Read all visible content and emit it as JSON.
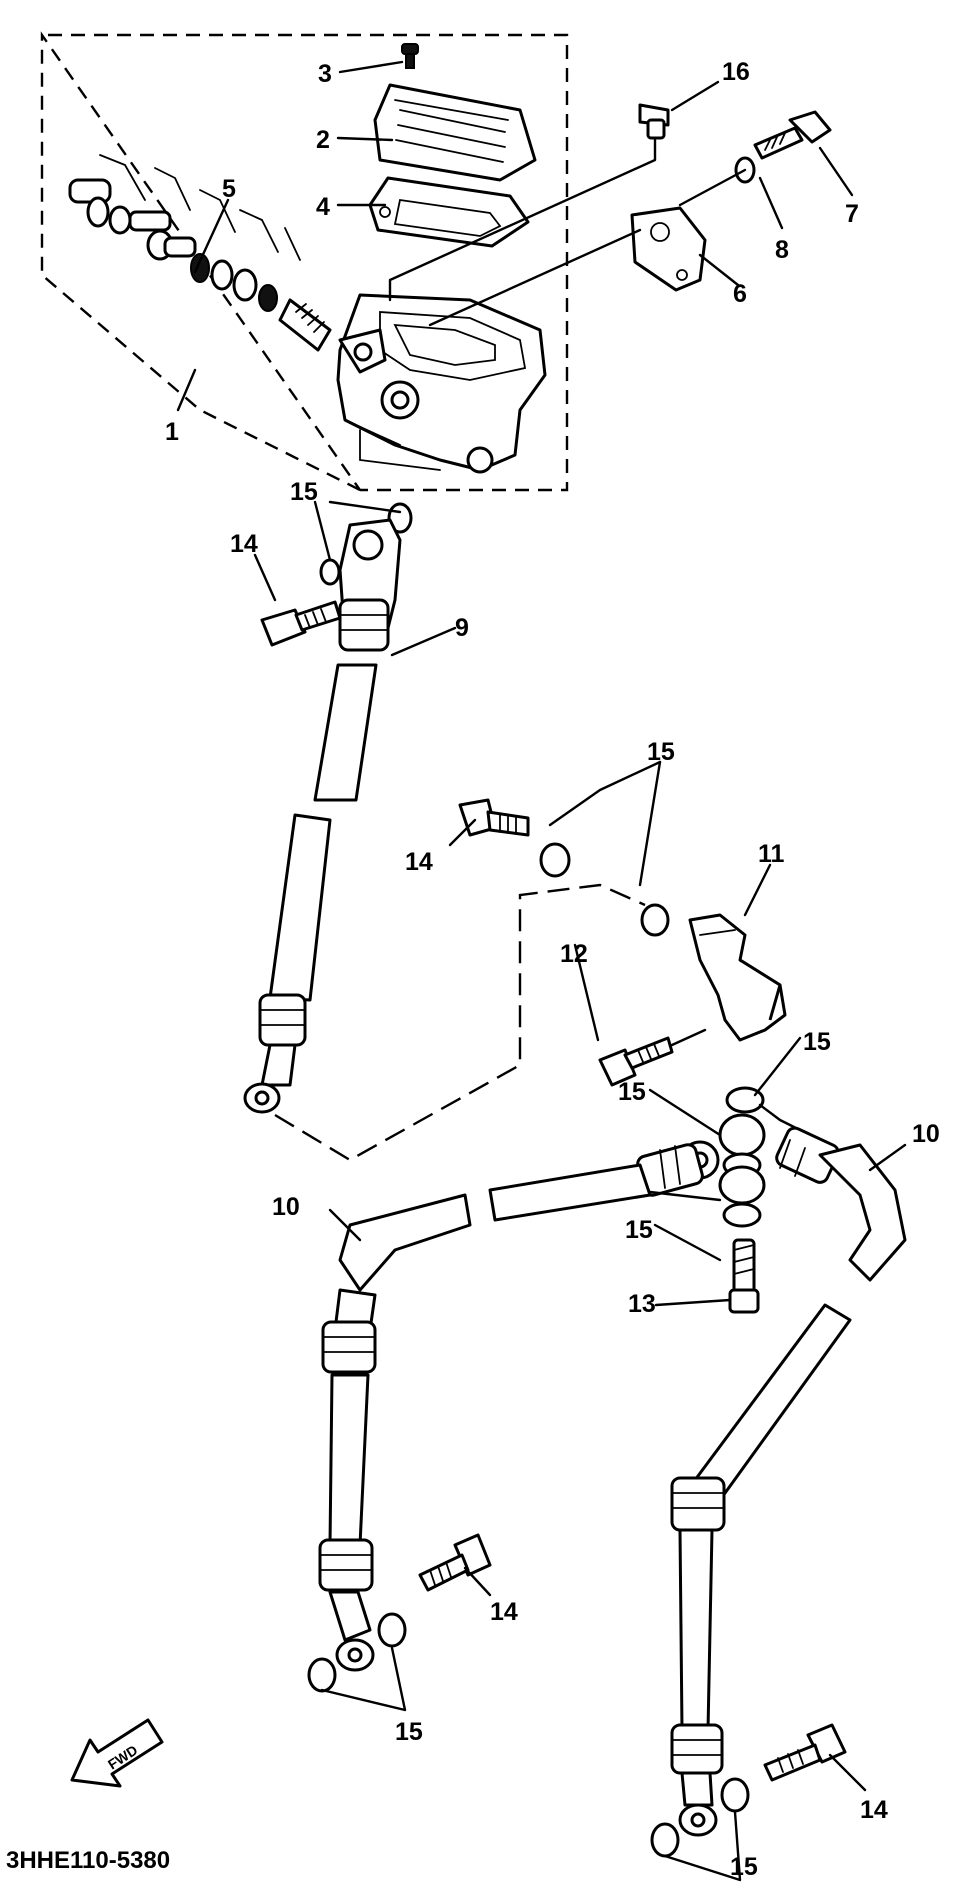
{
  "diagram": {
    "code": "3HHE110-5380",
    "fwd_label": "FWD",
    "callouts": [
      {
        "id": "c1",
        "text": "1"
      },
      {
        "id": "c2",
        "text": "2"
      },
      {
        "id": "c3",
        "text": "3"
      },
      {
        "id": "c4",
        "text": "4"
      },
      {
        "id": "c5",
        "text": "5"
      },
      {
        "id": "c6",
        "text": "6"
      },
      {
        "id": "c7",
        "text": "7"
      },
      {
        "id": "c8",
        "text": "8"
      },
      {
        "id": "c9",
        "text": "9"
      },
      {
        "id": "c10a",
        "text": "10"
      },
      {
        "id": "c10b",
        "text": "10"
      },
      {
        "id": "c11",
        "text": "11"
      },
      {
        "id": "c12",
        "text": "12"
      },
      {
        "id": "c13",
        "text": "13"
      },
      {
        "id": "c14a",
        "text": "14"
      },
      {
        "id": "c14b",
        "text": "14"
      },
      {
        "id": "c14c",
        "text": "14"
      },
      {
        "id": "c14d",
        "text": "14"
      },
      {
        "id": "c15a",
        "text": "15"
      },
      {
        "id": "c15b",
        "text": "15"
      },
      {
        "id": "c15c",
        "text": "15"
      },
      {
        "id": "c15d",
        "text": "15"
      },
      {
        "id": "c15e",
        "text": "15"
      },
      {
        "id": "c15f",
        "text": "15"
      },
      {
        "id": "c15g",
        "text": "15"
      },
      {
        "id": "c16",
        "text": "16"
      }
    ]
  }
}
